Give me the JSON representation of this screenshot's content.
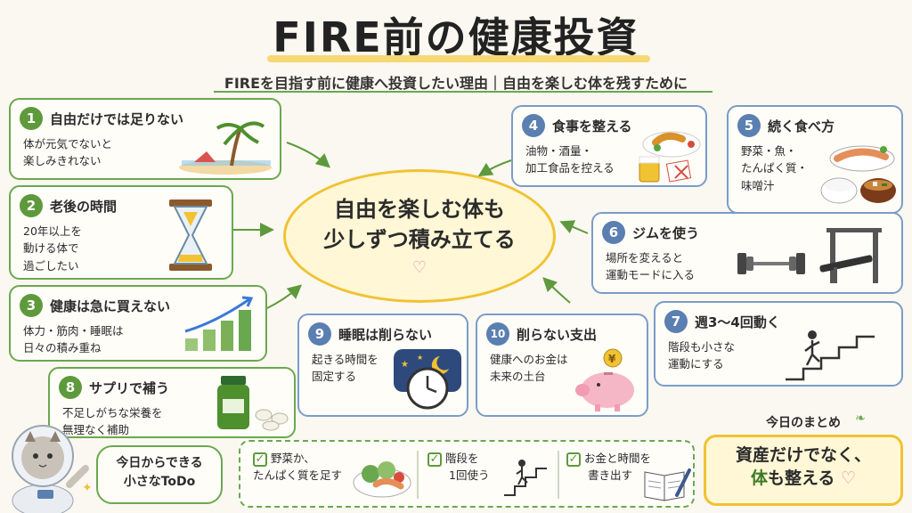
{
  "header": {
    "title": "FIRE前の健康投資",
    "subtitle": "FIREを目指す前に健康へ投資したい理由｜自由を楽しむ体を残すために"
  },
  "center": {
    "line1": "自由を楽しむ体も",
    "line2": "少しずつ積み立てる",
    "heart": "♡"
  },
  "cards": [
    {
      "num": "1",
      "title": "自由だけでは足りない",
      "body1": "体が元気でないと",
      "body2": "楽しみきれない"
    },
    {
      "num": "2",
      "title": "老後の時間",
      "body1": "20年以上を",
      "body2": "動ける体で",
      "body3": "過ごしたい"
    },
    {
      "num": "3",
      "title": "健康は急に買えない",
      "body1": "体力・筋肉・睡眠は",
      "body2": "日々の積み重ね"
    },
    {
      "num": "4",
      "title": "食事を整える",
      "body1": "油物・酒量・",
      "body2": "加工食品を控える"
    },
    {
      "num": "5",
      "title": "続く食べ方",
      "body1": "野菜・魚・",
      "body2": "たんぱく質・",
      "body3": "味噌汁"
    },
    {
      "num": "6",
      "title": "ジムを使う",
      "body1": "場所を変えると",
      "body2": "運動モードに入る"
    },
    {
      "num": "7",
      "title": "週3〜4回動く",
      "body1": "階段も小さな",
      "body2": "運動にする"
    },
    {
      "num": "8",
      "title": "サプリで補う",
      "body1": "不足しがちな栄養を",
      "body2": "無理なく補助"
    },
    {
      "num": "9",
      "title": "睡眠は削らない",
      "body1": "起きる時間を",
      "body2": "固定する"
    },
    {
      "num": "10",
      "title": "削らない支出",
      "body1": "健康へのお金は",
      "body2": "未来の土台"
    }
  ],
  "todo": {
    "bubble1": "今日からできる",
    "bubble2": "小さなToDo",
    "items": [
      {
        "line1": "野菜か、",
        "line2": "たんぱく質を足す"
      },
      {
        "line1": "階段を",
        "line2": "1回使う"
      },
      {
        "line1": "お金と時間を",
        "line2": "書き出す"
      }
    ],
    "check": "✓"
  },
  "summary": {
    "label": "今日のまとめ",
    "line1": "資産だけでなく、",
    "line2_em": "体",
    "line2_rest": "も整える",
    "heart": "♡"
  },
  "colors": {
    "green": "#6aa84f",
    "blue": "#7a9cc6",
    "yellow": "#f1c232",
    "pink": "#e98aa5"
  }
}
